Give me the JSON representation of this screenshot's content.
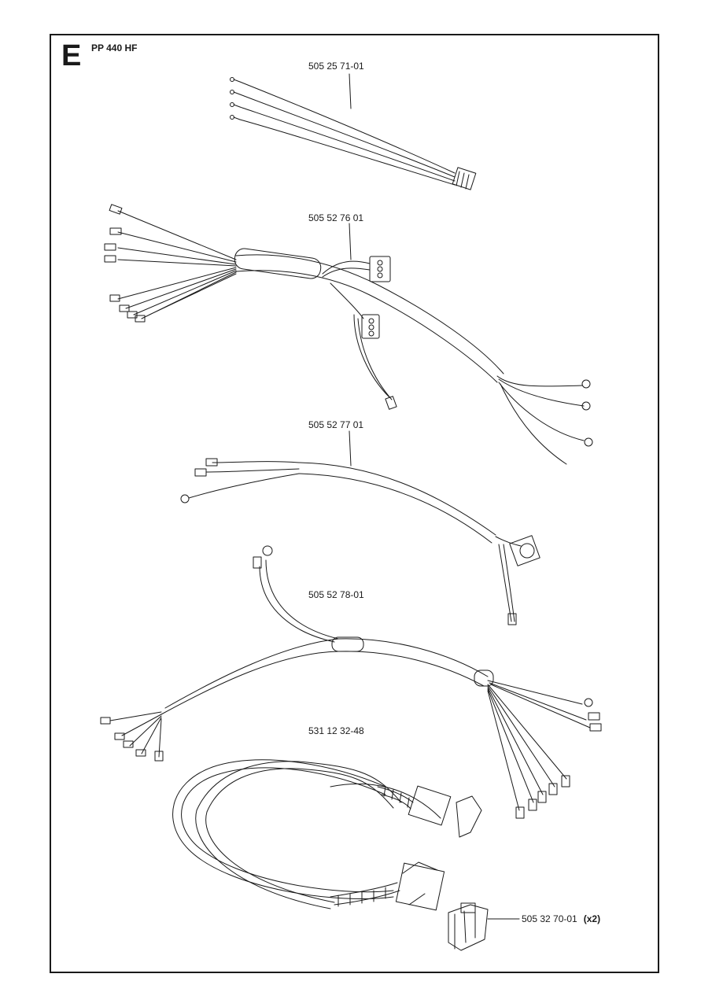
{
  "section_letter": "E",
  "model": "PP 440 HF",
  "parts": [
    {
      "id": "harness-1",
      "number": "505 25 71-01"
    },
    {
      "id": "harness-2",
      "number": "505 52 76 01"
    },
    {
      "id": "harness-3",
      "number": "505 52 77 01"
    },
    {
      "id": "harness-4",
      "number": "505 52 78-01"
    },
    {
      "id": "cable-5",
      "number": "531 12 32-48"
    },
    {
      "id": "clip-6",
      "number": "505 32 70-01",
      "quantity": "(x2)"
    }
  ],
  "colors": {
    "line": "#1a1a1a",
    "background": "#ffffff"
  }
}
